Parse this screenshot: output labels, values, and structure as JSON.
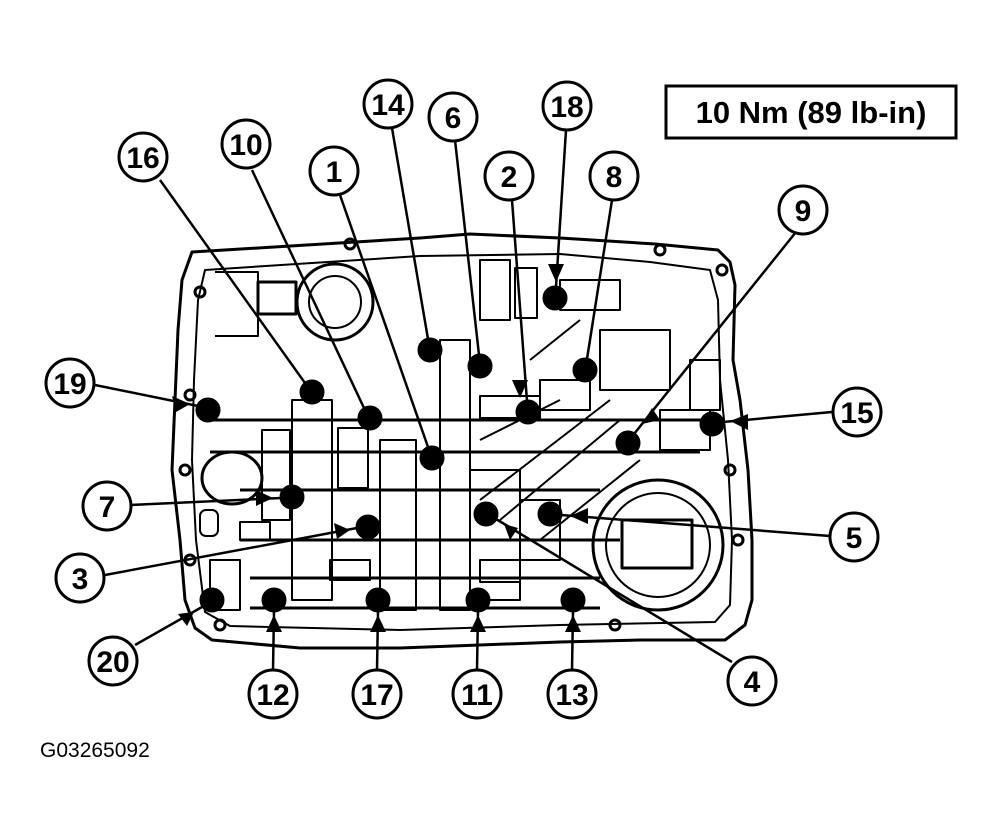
{
  "torque_spec": "10 Nm (89 lb-in)",
  "figure_id": "G03265092",
  "callouts": [
    {
      "label": "16"
    },
    {
      "label": "10"
    },
    {
      "label": "1"
    },
    {
      "label": "14"
    },
    {
      "label": "6"
    },
    {
      "label": "2"
    },
    {
      "label": "18"
    },
    {
      "label": "8"
    },
    {
      "label": "9"
    },
    {
      "label": "19"
    },
    {
      "label": "15"
    },
    {
      "label": "7"
    },
    {
      "label": "5"
    },
    {
      "label": "3"
    },
    {
      "label": "4"
    },
    {
      "label": "20"
    },
    {
      "label": "12"
    },
    {
      "label": "17"
    },
    {
      "label": "11"
    },
    {
      "label": "13"
    }
  ]
}
